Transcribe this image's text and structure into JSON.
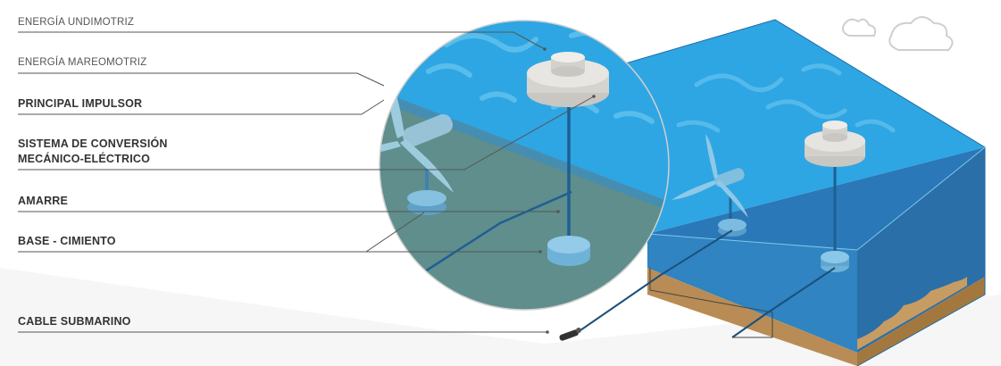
{
  "labels": {
    "energia_undimotriz": "ENERGÍA UNDIMOTRIZ",
    "energia_mareomotriz": "ENERGÍA MAREOMOTRIZ",
    "principal_impulsor": "PRINCIPAL IMPULSOR",
    "sistema_conversion_line1": "SISTEMA DE CONVERSIÓN",
    "sistema_conversion_line2": "MECÁNICO-ELÉCTRICO",
    "amarre": "AMARRE",
    "base_cimiento": "BASE - CIMIENTO",
    "cable_submarino": "CABLE SUBMARINO"
  },
  "colors": {
    "water_surface": "#2ea6e3",
    "water_front": "#2f87c4",
    "water_right": "#2a6fa8",
    "deep_water": "#5f8e8c",
    "seabed": "#b98c55",
    "buoy": "#dedcd8",
    "turbine": "#8fc4dd",
    "leader_line": "#555555"
  }
}
